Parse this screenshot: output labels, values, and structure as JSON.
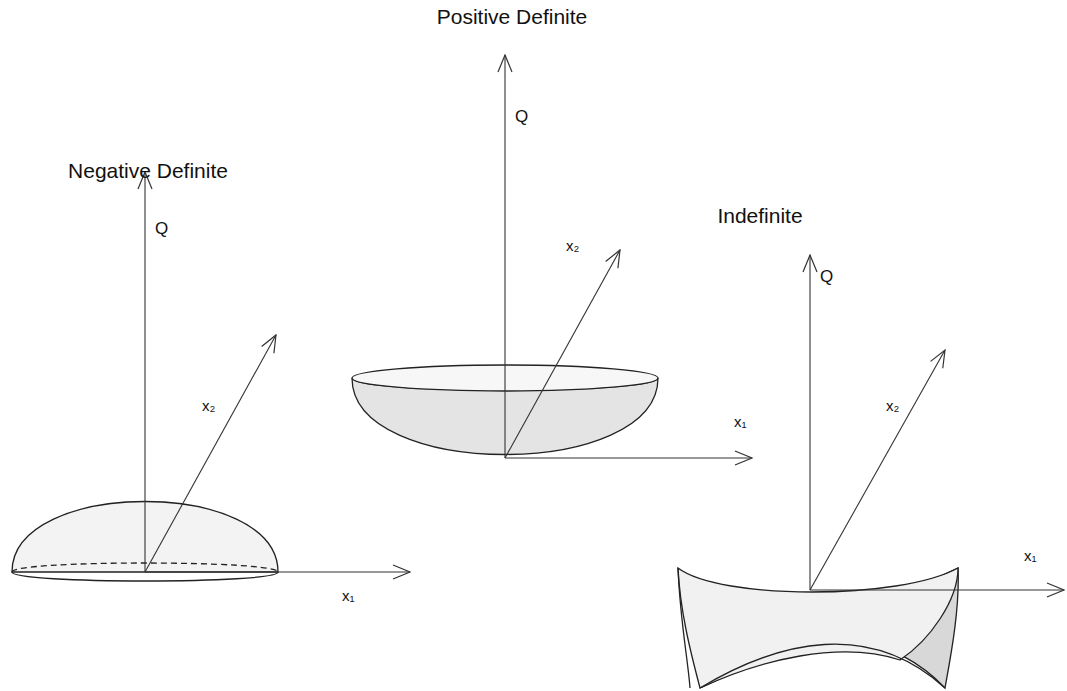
{
  "diagram": {
    "labels": [
      "Negative Definite",
      "Q",
      "x₂",
      "x₁",
      "Positive Definite",
      "Q",
      "x₂",
      "x₁",
      "Indefinite",
      "Q",
      "x₂",
      "x₁"
    ]
  }
}
